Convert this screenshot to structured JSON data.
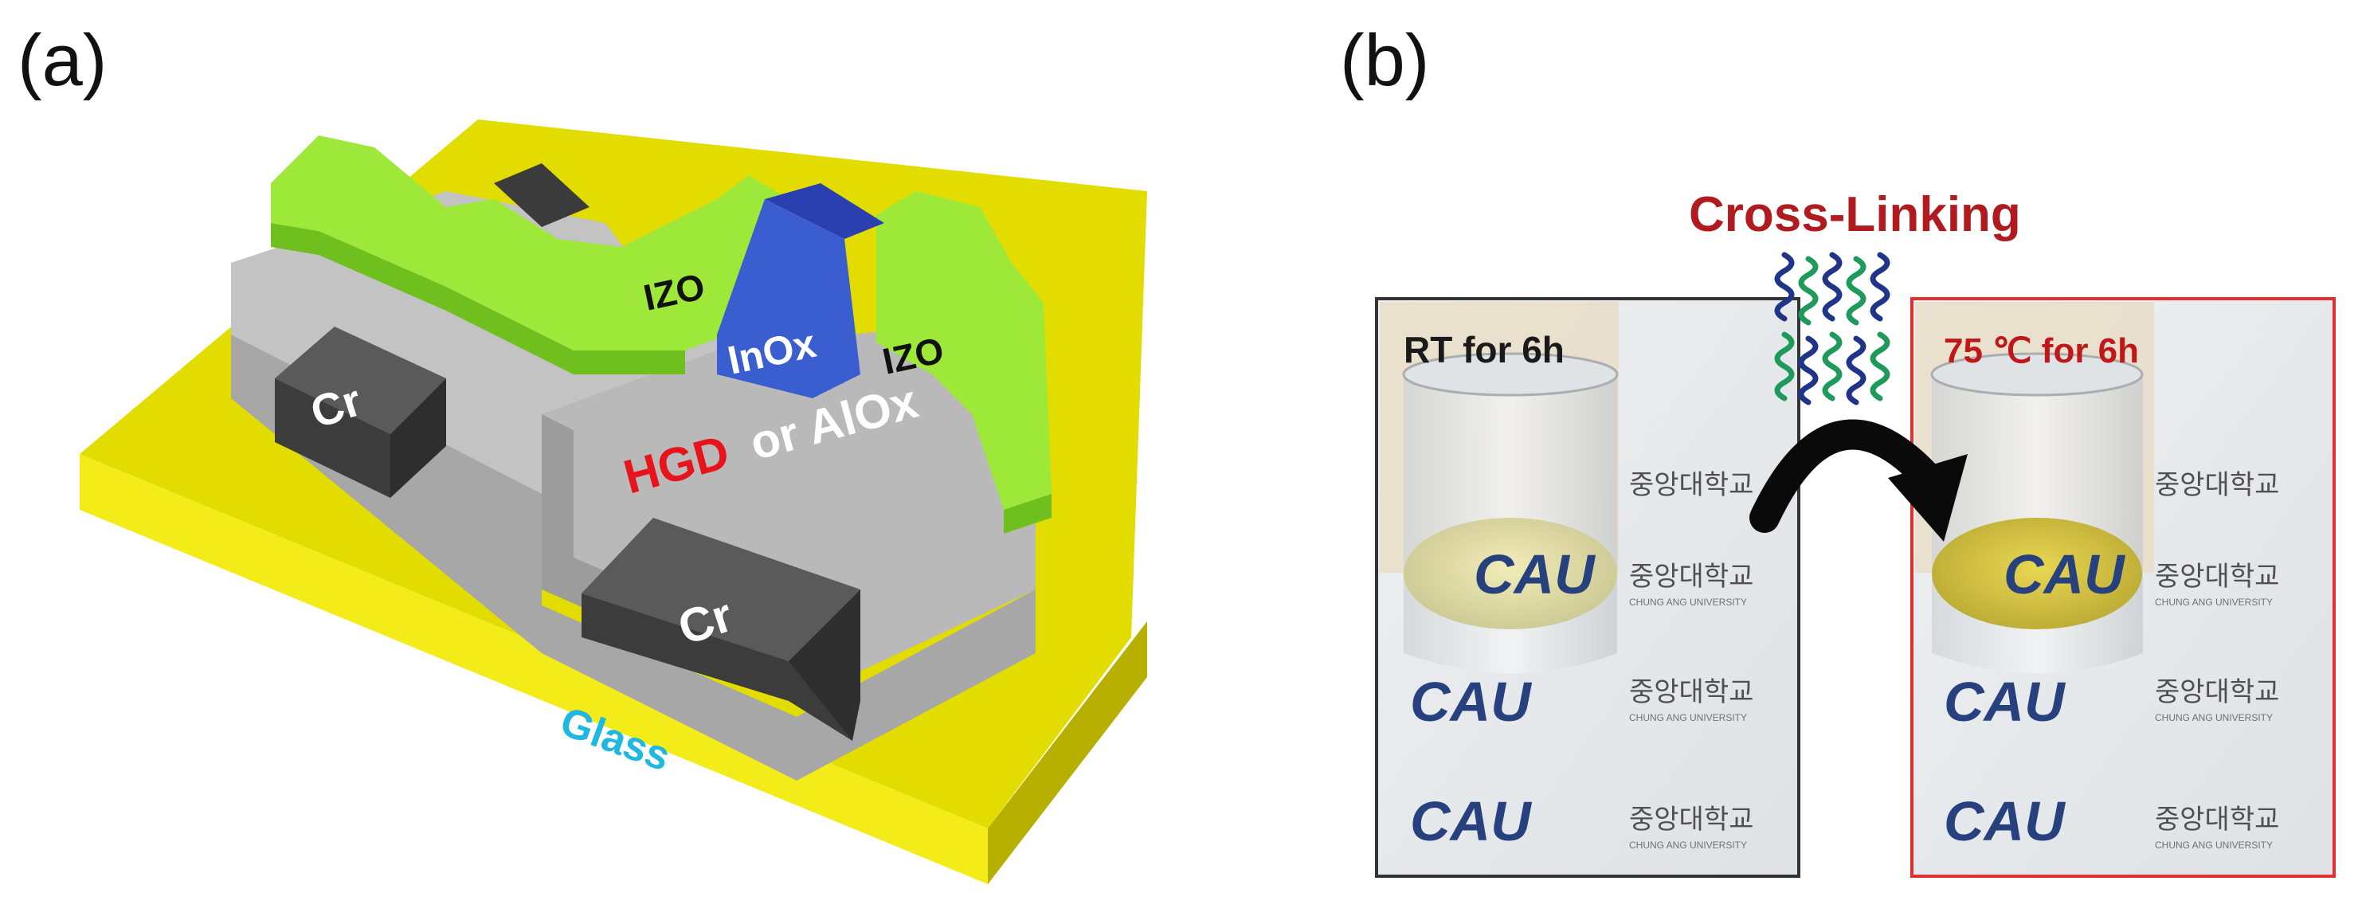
{
  "panel_a": {
    "label": "(a)",
    "layers": {
      "substrate": "Glass",
      "gate_left": "Cr",
      "gate_right": "Cr",
      "dielectric_highlight": "HGD",
      "dielectric_rest": "or AlOx",
      "channel": "InOx",
      "electrode_left": "IZO",
      "electrode_right": "IZO"
    },
    "colors": {
      "glass": "#e2dc00",
      "dielectric": "#b9b9b9",
      "cr": "#4a4a4a",
      "izo": "#9ee83a",
      "inox": "#2f54c8",
      "hgd_text": "#e8141c",
      "glass_text": "#1fb8e0"
    }
  },
  "panel_b": {
    "label": "(b)",
    "title": "Cross-Linking",
    "left_photo_label": "RT for 6h",
    "right_photo_label": "75 ℃ for 6h",
    "watermark_logo": "CAU",
    "watermark_korean": "중앙대학교",
    "watermark_english": "CHUNG ANG UNIVERSITY",
    "colors": {
      "title": "#b11a1f",
      "right_frame": "#e03030",
      "left_frame": "#333333",
      "arrow": "#0a0a0a",
      "chain_blue": "#20358a",
      "chain_green": "#1e9a5a"
    }
  }
}
